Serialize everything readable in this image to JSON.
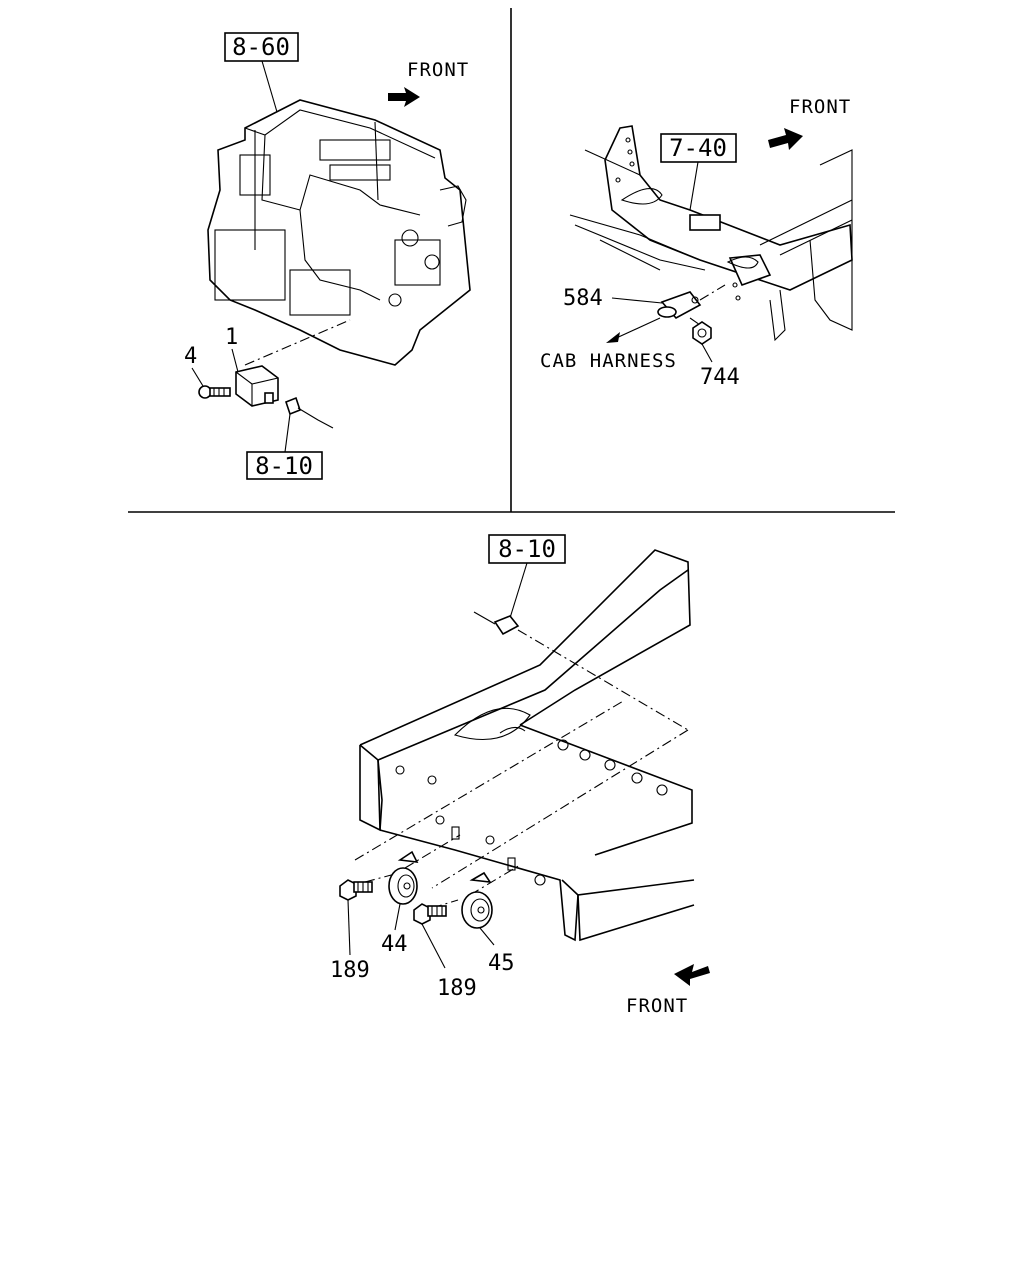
{
  "panels": {
    "top_left": {
      "ref_box": "8-60",
      "front_label": "FRONT",
      "callouts": {
        "item_1": "1",
        "item_4": "4"
      },
      "sub_ref_box": "8-10"
    },
    "top_right": {
      "ref_box": "7-40",
      "front_label": "FRONT",
      "callouts": {
        "item_584": "584",
        "item_744": "744"
      },
      "harness_label": "CAB HARNESS"
    },
    "bottom": {
      "ref_box": "8-10",
      "front_label": "FRONT",
      "callouts": {
        "item_189a": "189",
        "item_189b": "189",
        "item_44": "44",
        "item_45": "45"
      }
    }
  }
}
